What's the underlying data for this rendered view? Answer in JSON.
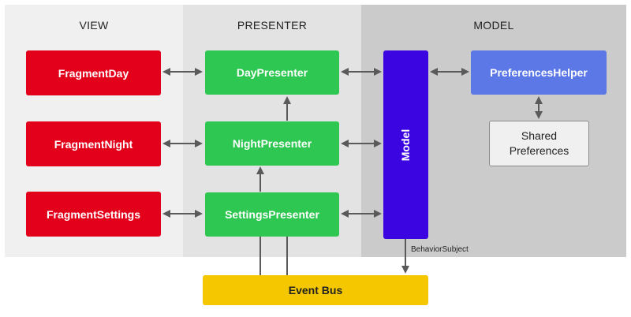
{
  "columns": {
    "view": "VIEW",
    "presenter": "PRESENTER",
    "model": "MODEL"
  },
  "view": {
    "fragment_day": "FragmentDay",
    "fragment_night": "FragmentNight",
    "fragment_settings": "FragmentSettings"
  },
  "presenter": {
    "day": "DayPresenter",
    "night": "NightPresenter",
    "settings": "SettingsPresenter"
  },
  "model": {
    "model": "Model",
    "preferences_helper": "PreferencesHelper",
    "shared_preferences": "Shared Preferences",
    "behavior_subject": "BehaviorSubject"
  },
  "event_bus": "Event Bus",
  "colors": {
    "view_box": "#e2001a",
    "presenter_box": "#2ec751",
    "model_box": "#3a05e0",
    "preferences_helper": "#5c77e6",
    "event_bus": "#f4c700",
    "arrow": "#5a5a5a"
  }
}
